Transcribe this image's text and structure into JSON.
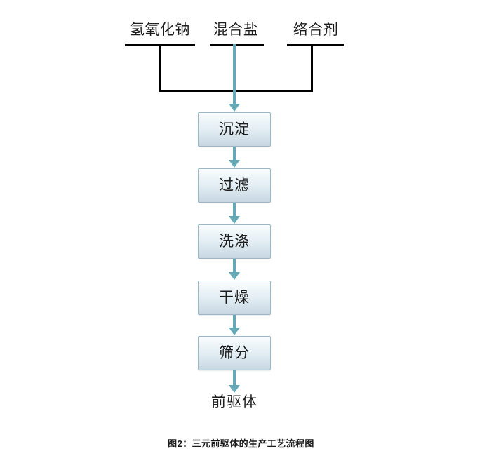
{
  "figure": {
    "caption": "图2：三元前驱体的生产工艺流程图",
    "colors": {
      "bracket_line": "#000000",
      "arrow": "#65a8b6",
      "box_border": "#9bb6c4",
      "box_fill_top": "#fbfdfe",
      "box_fill_bottom": "#c6d7e2",
      "text": "#1d1d1d",
      "background": "#ffffff"
    }
  },
  "inputs": [
    {
      "label": "氢氧化钠",
      "feed": "black-bracket"
    },
    {
      "label": "混合盐",
      "feed": "teal-arrow"
    },
    {
      "label": "络合剂",
      "feed": "black-bracket"
    }
  ],
  "process_steps": [
    {
      "label": "沉淀"
    },
    {
      "label": "过滤"
    },
    {
      "label": "洗涤"
    },
    {
      "label": "干燥"
    },
    {
      "label": "筛分"
    }
  ],
  "output": {
    "label": "前驱体"
  }
}
